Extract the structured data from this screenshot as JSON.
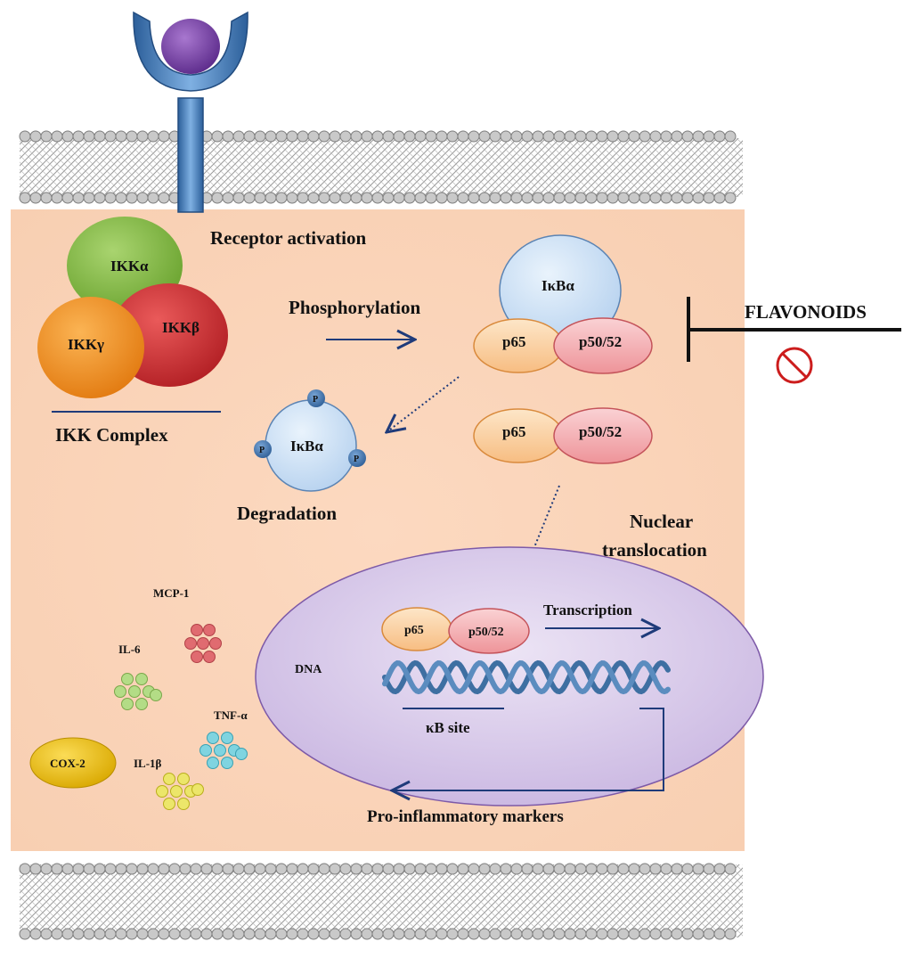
{
  "labels": {
    "receptor_activation": "Receptor activation",
    "phosphorylation": "Phosphorylation",
    "ikk_complex": "IKK Complex",
    "degradation": "Degradation",
    "nuclear_translocation_1": "Nuclear",
    "nuclear_translocation_2": "translocation",
    "transcription": "Transcription",
    "dna": "DNA",
    "kb_site": "κB  site",
    "pro_inflammatory": "Pro-inflammatory markers",
    "flavonoids": "FLAVONOIDS"
  },
  "ikk": {
    "alpha": "IKKα",
    "beta": "IKKβ",
    "gamma": "IKKγ"
  },
  "proteins": {
    "ikba": "IκBα",
    "p65": "p65",
    "p50_52": "p50/52",
    "phospho": "P"
  },
  "markers": {
    "mcp1": "MCP-1",
    "il6": "IL-6",
    "tnfa": "TNF-α",
    "il1b": "IL-1β",
    "cox2": "COX-2"
  },
  "colors": {
    "cytoplasm": "#fbd8bf",
    "membrane": "#b9b9b9",
    "receptor": "#3f7fc4",
    "ligand": "#7a3fa8",
    "ikk_alpha": "#8cc152",
    "ikk_beta": "#d8383a",
    "ikk_gamma": "#f59a2a",
    "ikba": "#cfe3f7",
    "p65": "#fbd3a6",
    "p50": "#f4b2b6",
    "nucleus": "#ddd0ec",
    "dna": "#3e6fa2",
    "arrow": "#1f3b7a",
    "cox2": "#f2c31a",
    "inhibit": "#cc1d1d"
  }
}
